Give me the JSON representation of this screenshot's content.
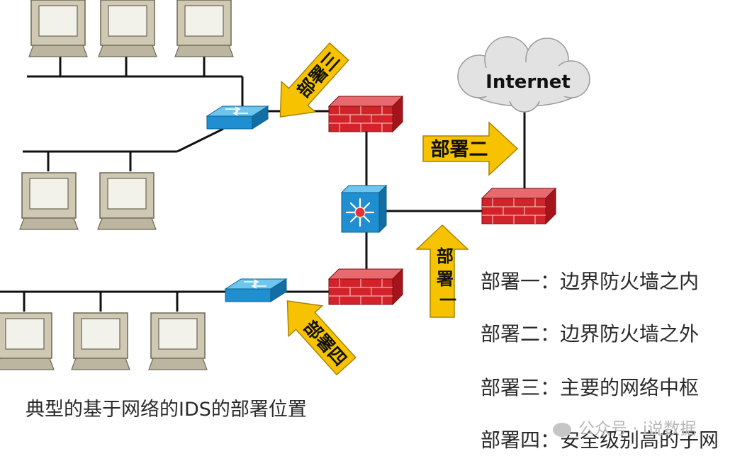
{
  "internet_label": "Internet",
  "arrows": {
    "deploy1": "部署一",
    "deploy2": "部署二",
    "deploy3": "部署三",
    "deploy4": "部署四"
  },
  "legend": [
    "部署一：边界防火墙之内",
    "部署二：边界防火墙之外",
    "部署三：主要的网络中枢",
    "部署四：安全级别高的子网"
  ],
  "caption": "典型的基于网络的IDS的部署位置",
  "watermark": "公众号 · i说数据",
  "colors": {
    "arrow_fill": "#f7c300",
    "firewall_red": "#d2232a",
    "switch_blue": "#1f8fd1",
    "cloud_gray": "#e2e2e2",
    "monitor_beige": "#cfc9b4"
  }
}
